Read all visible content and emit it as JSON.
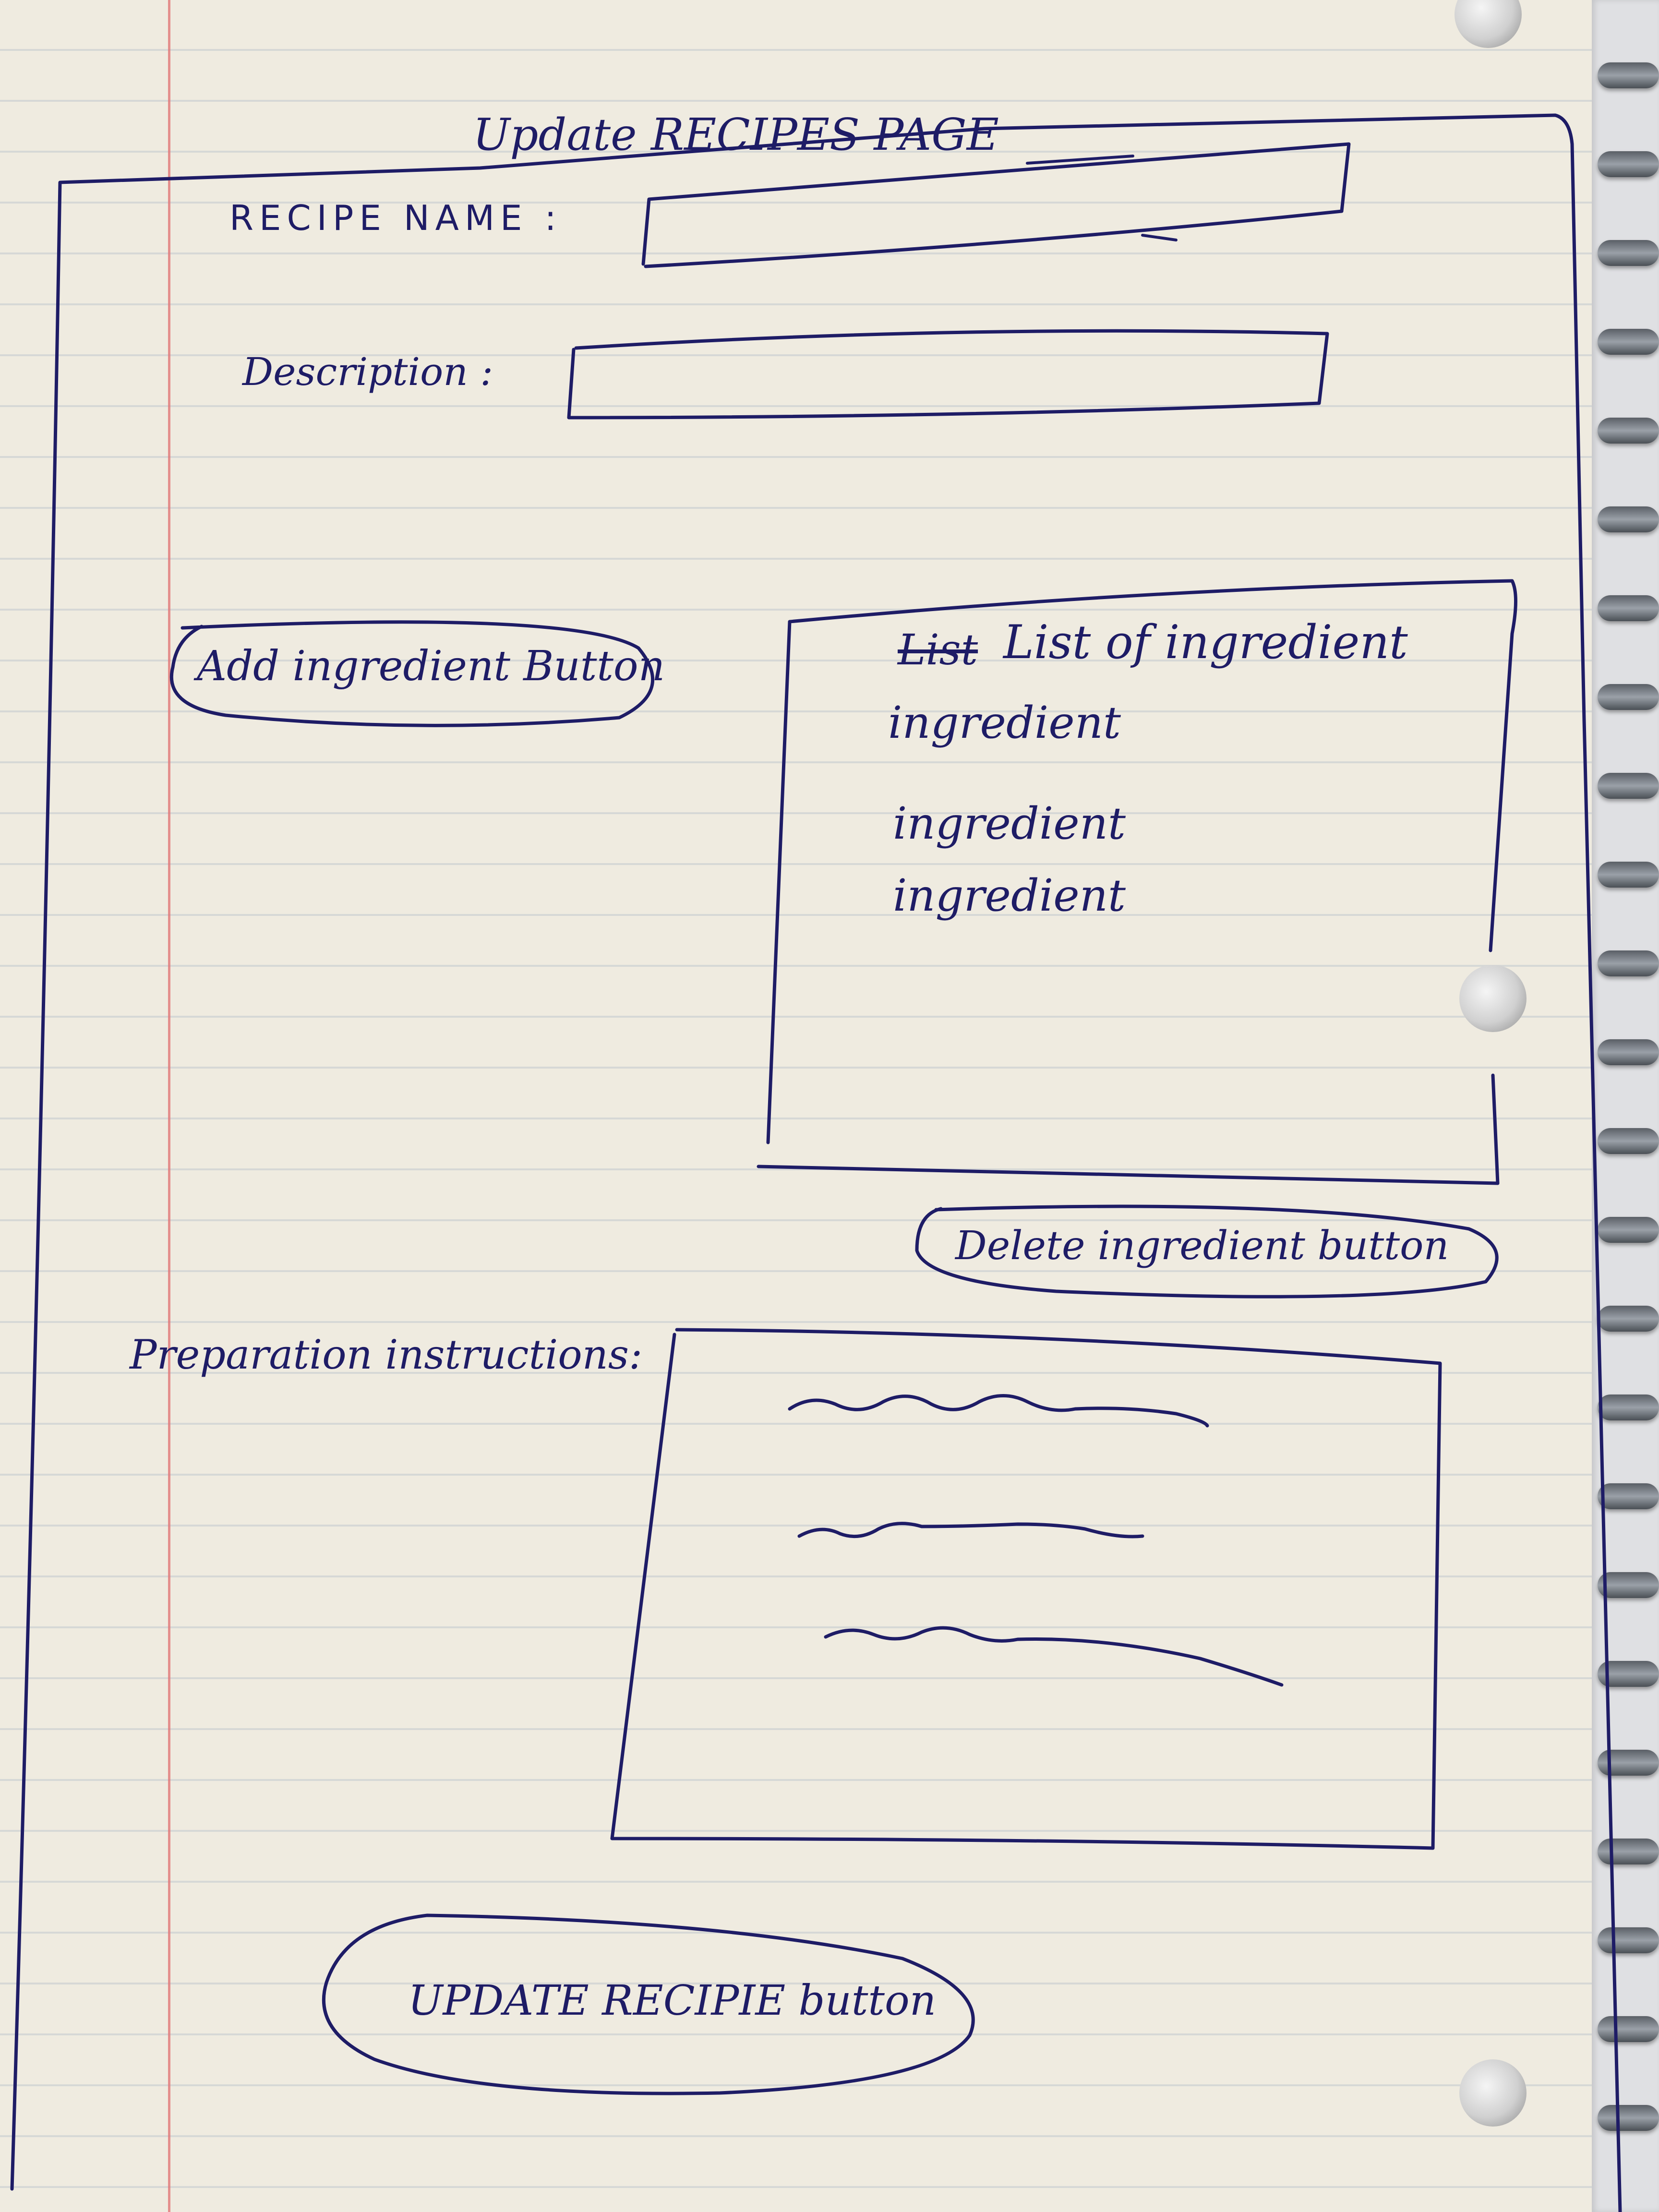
{
  "page": {
    "title": "Update RECIPES PAGE"
  },
  "form": {
    "recipe_name_label": "RECIPE NAME :",
    "description_label": "Description :",
    "preparation_label": "Preparation instructions:"
  },
  "ingredients": {
    "add_button_label": "Add ingredient Button",
    "list_struck_word": "List",
    "list_title": "List of ingredient",
    "items": [
      "ingredient",
      "ingredient",
      "ingredient"
    ],
    "delete_button_label": "Delete ingredient button"
  },
  "actions": {
    "update_button_label": "UPDATE RECIPIE button"
  },
  "colors": {
    "ink": "#1e1c66",
    "paper": "#efebe0",
    "margin_line": "#e17878"
  }
}
